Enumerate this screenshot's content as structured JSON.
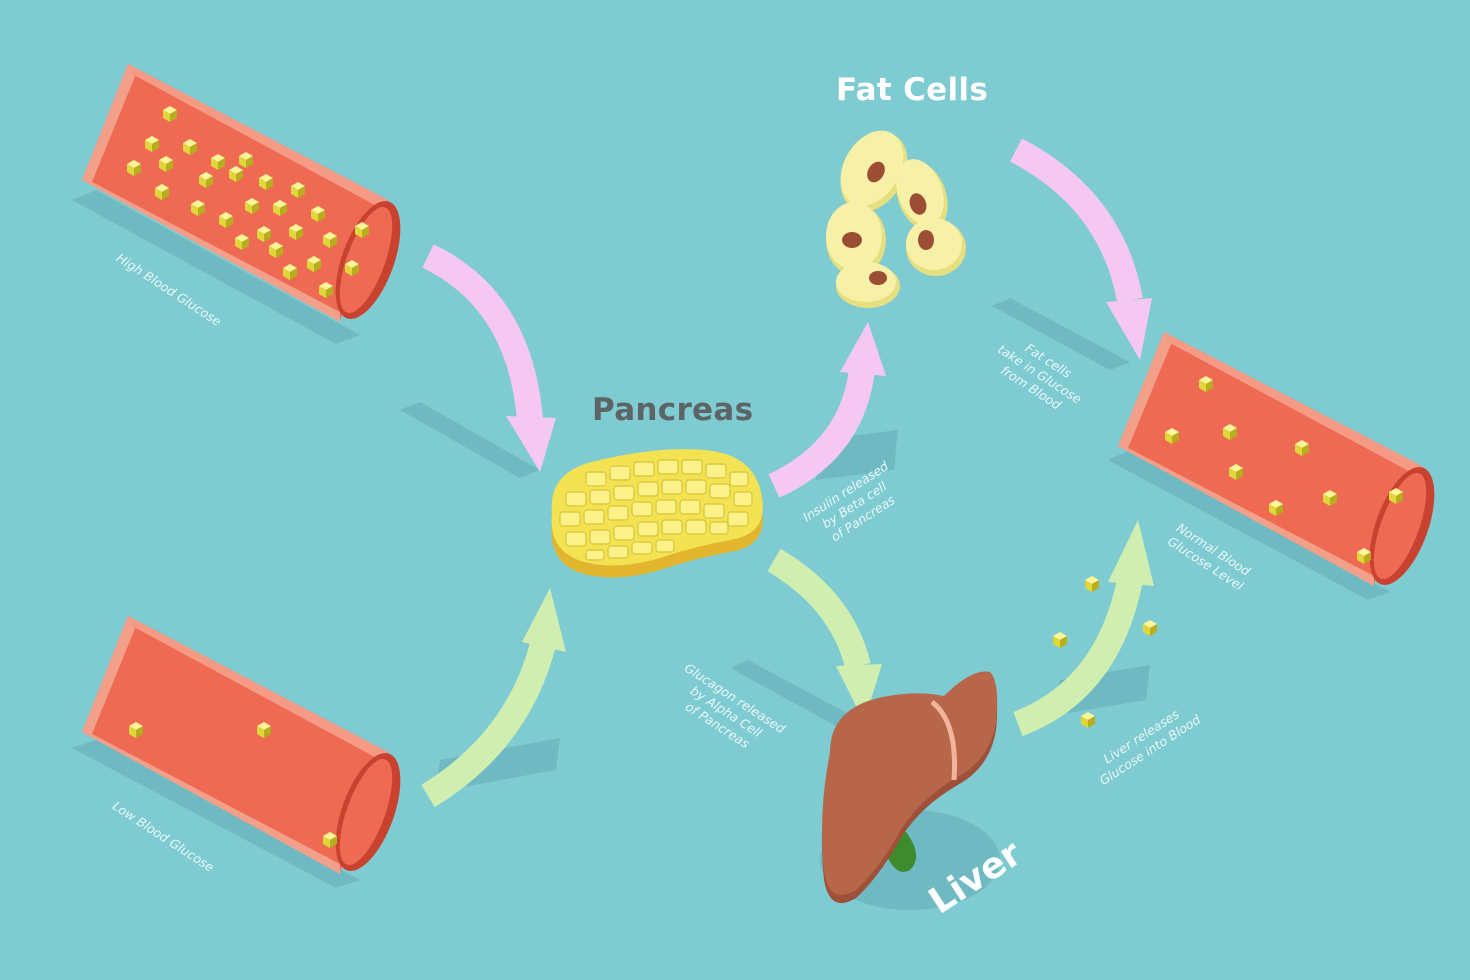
{
  "labels": {
    "fat_cells": "Fat Cells",
    "pancreas": "Pancreas",
    "liver": "Liver"
  },
  "captions": {
    "high_blood_glucose": "High Blood Glucose",
    "low_blood_glucose": "Low Blood Glucose",
    "normal_blood_glucose": [
      "Normal Blood",
      "Glucose Level"
    ],
    "fat_cells_take": [
      "Fat cells",
      "take in Glucose",
      "from Blood"
    ],
    "insulin_released": [
      "Insulin released",
      "by Beta cell",
      "of Pancreas"
    ],
    "glucagon_released": [
      "Glucagon released",
      "by Alpha Cell",
      "of Pancreas"
    ],
    "liver_releases": [
      "Liver releases",
      "Glucose into Blood"
    ]
  },
  "colors": {
    "background": "#7ecbd2",
    "vessel": "#ee6a52",
    "vessel_rim": "#c9422f",
    "glucose": "#e8e34e",
    "insulin_arrow": "#f5c8f3",
    "glucagon_arrow": "#cfeeb0",
    "pancreas": "#f3e352",
    "fat_cell": "#f6f1a6",
    "fat_nucleus": "#9b4e34",
    "liver": "#b8664a"
  }
}
